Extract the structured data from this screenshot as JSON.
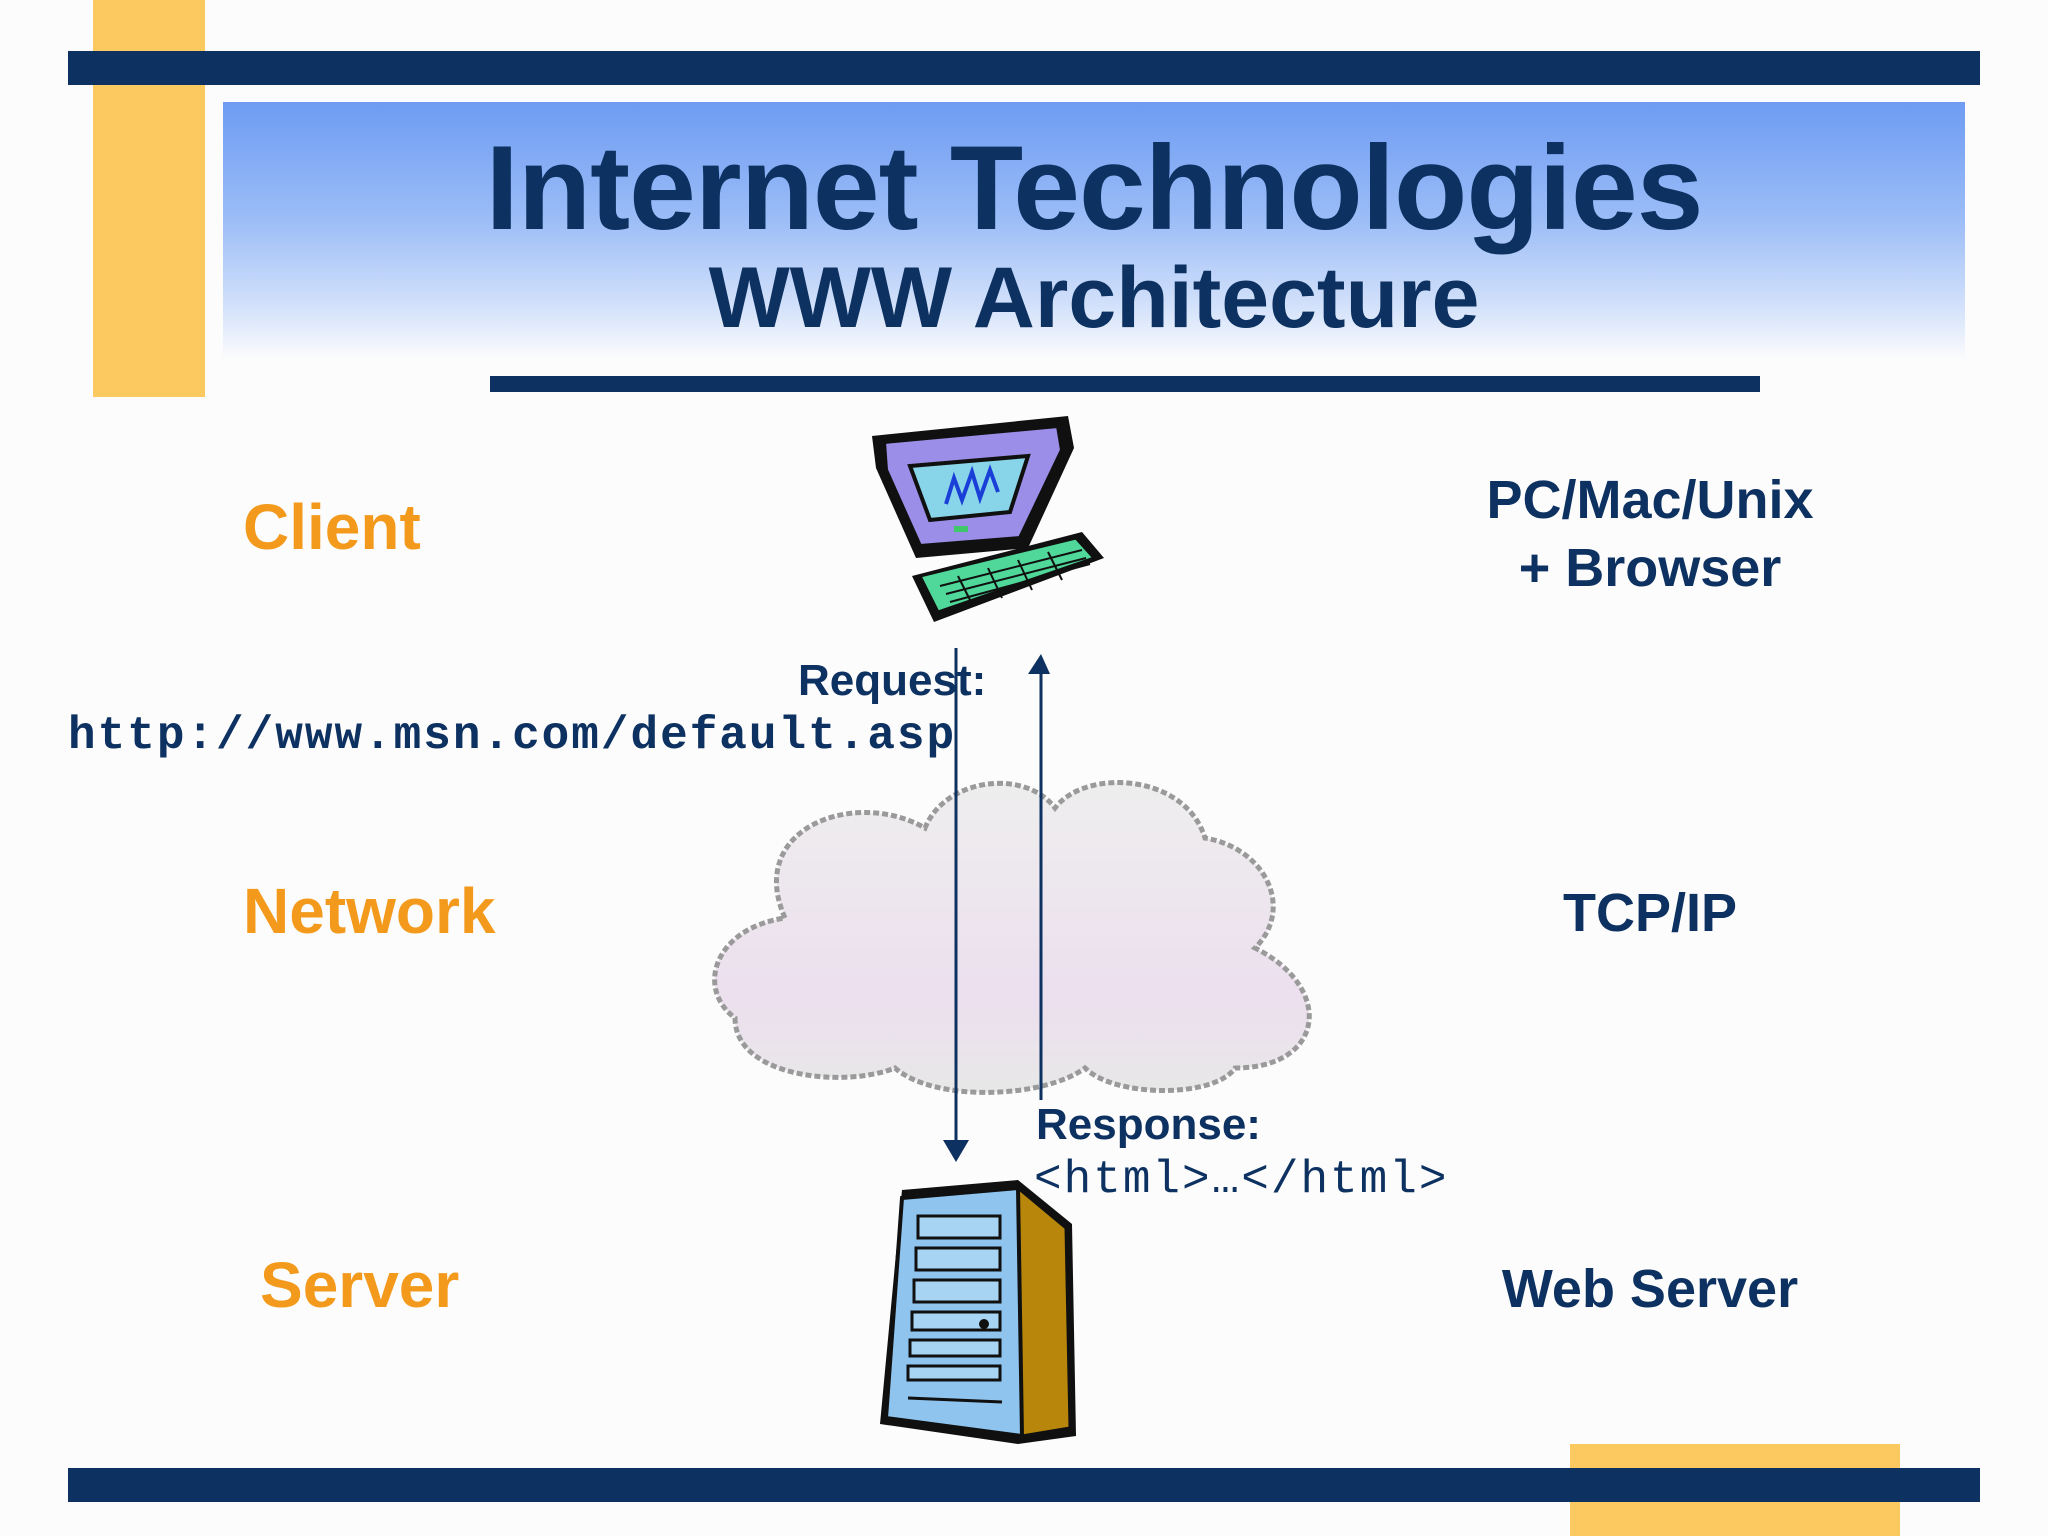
{
  "title": "Internet Technologies",
  "subtitle": "WWW Architecture",
  "tiers": {
    "client": "Client",
    "network": "Network",
    "server": "Server"
  },
  "right_labels": {
    "client_line1": "PC/Mac/Unix",
    "client_line2": "+ Browser",
    "network": "TCP/IP",
    "server": "Web Server"
  },
  "request": {
    "label": "Request:",
    "url": "http://www.msn.com/default.asp"
  },
  "response": {
    "label": "Response:",
    "body": "<html>…</html>"
  },
  "icons": [
    "computer-icon",
    "cloud-icon",
    "server-tower-icon"
  ],
  "colors": {
    "navy": "#0d3161",
    "orange": "#f39a1c",
    "gold": "#fbc960",
    "blue_gradient": "#6e9cf2"
  }
}
